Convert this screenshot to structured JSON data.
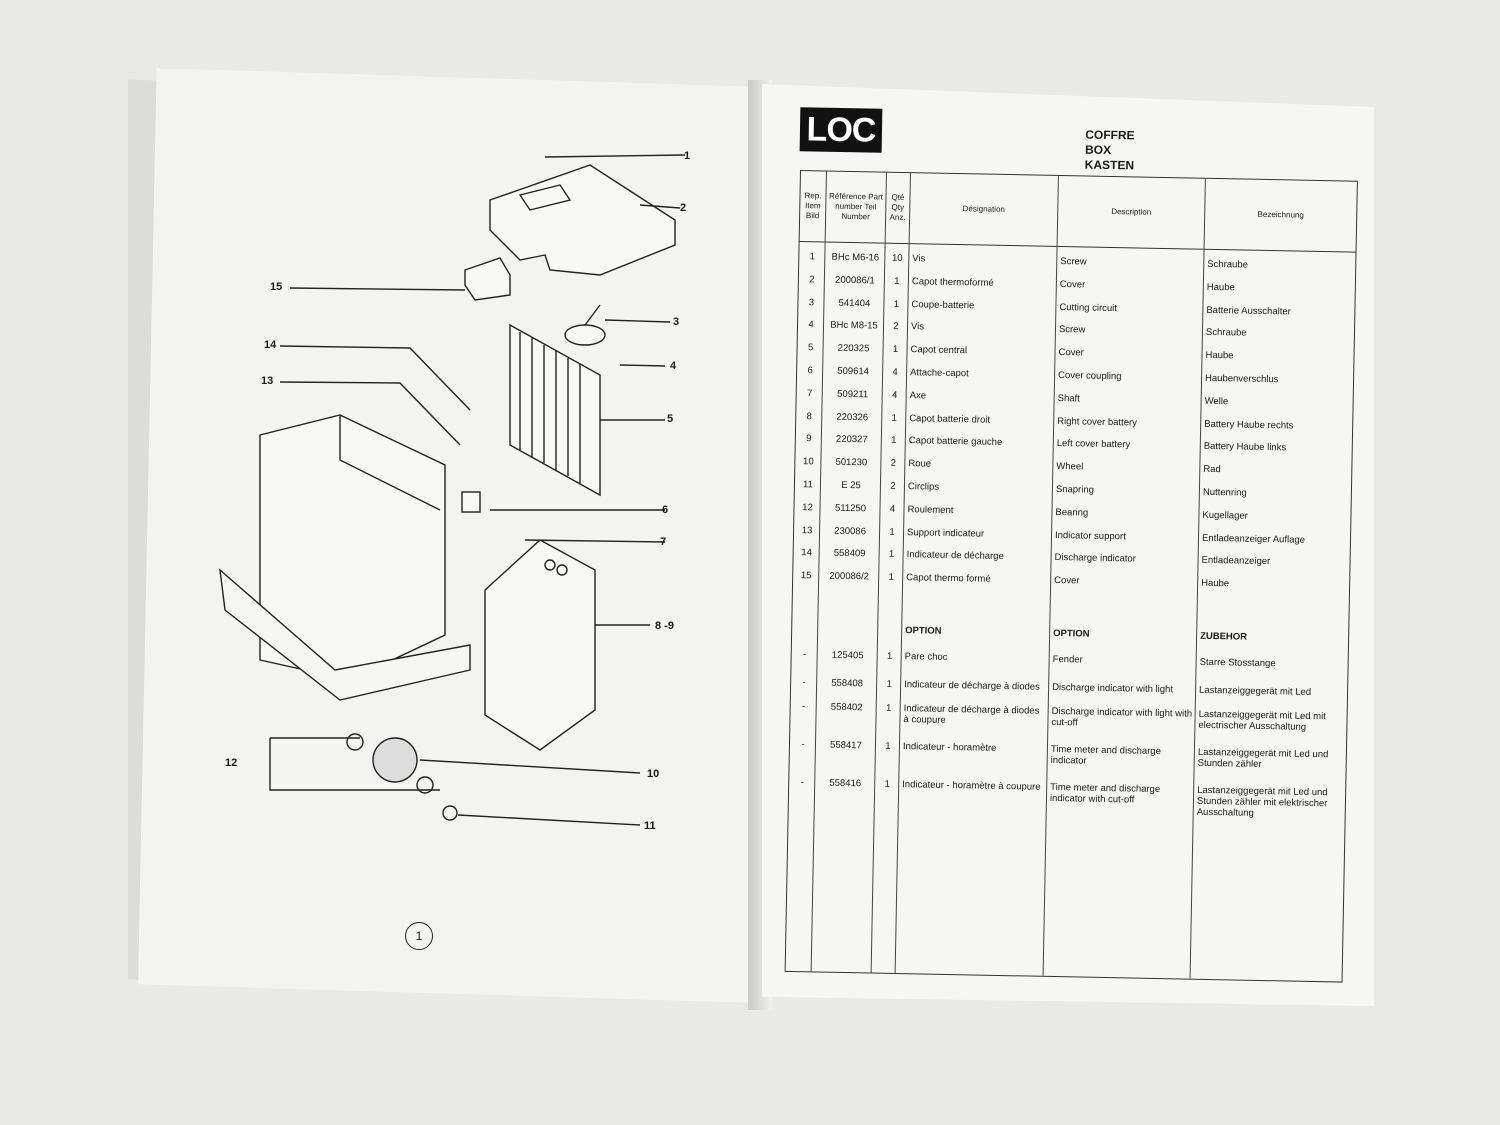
{
  "diagram": {
    "callouts": [
      "1",
      "2",
      "15",
      "3",
      "4",
      "14",
      "13",
      "5",
      "6",
      "7",
      "8 -9",
      "12",
      "10",
      "11"
    ],
    "page_number": "1"
  },
  "header": {
    "logo": "LOC",
    "titles": [
      "COFFRE",
      "BOX",
      "KASTEN"
    ]
  },
  "table": {
    "columns": [
      "Rep. Item Bild",
      "Référence Part number Teil Number",
      "Qté Qty Anz.",
      "Désignation",
      "Description",
      "Bezeichnung"
    ],
    "rows": [
      [
        "1",
        "BHc M6-16",
        "10",
        "Vis",
        "Screw",
        "Schraube"
      ],
      [
        "2",
        "200086/1",
        "1",
        "Capot thermoformé",
        "Cover",
        "Haube"
      ],
      [
        "3",
        "541404",
        "1",
        "Coupe-batterie",
        "Cutting circuit",
        "Batterie Ausschalter"
      ],
      [
        "4",
        "BHc M8-15",
        "2",
        "Vis",
        "Screw",
        "Schraube"
      ],
      [
        "5",
        "220325",
        "1",
        "Capot central",
        "Cover",
        "Haube"
      ],
      [
        "6",
        "509614",
        "4",
        "Attache-capot",
        "Cover coupling",
        "Haubenverschlus"
      ],
      [
        "7",
        "509211",
        "4",
        "Axe",
        "Shaft",
        "Welle"
      ],
      [
        "8",
        "220326",
        "1",
        "Capot batterie droit",
        "Right cover battery",
        "Battery Haube rechts"
      ],
      [
        "9",
        "220327",
        "1",
        "Capot batterie gauche",
        "Left cover battery",
        "Battery Haube links"
      ],
      [
        "10",
        "501230",
        "2",
        "Roue",
        "Wheel",
        "Rad"
      ],
      [
        "11",
        "E 25",
        "2",
        "Circlips",
        "Snapring",
        "Nuttenring"
      ],
      [
        "12",
        "511250",
        "4",
        "Roulement",
        "Bearing",
        "Kugellager"
      ],
      [
        "13",
        "230086",
        "1",
        "Support indicateur",
        "Indicator support",
        "Entladeanzeiger Auflage"
      ],
      [
        "14",
        "558409",
        "1",
        "Indicateur de décharge",
        "Discharge indicator",
        "Entladeanzeiger"
      ],
      [
        "15",
        "200086/2",
        "1",
        "Capot thermo formé",
        "Cover",
        "Haube"
      ]
    ],
    "option_headers": [
      "OPTION",
      "OPTION",
      "ZUBEHOR"
    ],
    "option_rows": [
      [
        "-",
        "125405",
        "1",
        "Pare choc",
        "Fender",
        "Starre Stosstange"
      ],
      [
        "-",
        "558408",
        "1",
        "Indicateur de décharge à diodes",
        "Discharge indicator with light",
        "Lastanzeiggegerät mit Led"
      ],
      [
        "-",
        "558402",
        "1",
        "Indicateur de décharge à diodes à coupure",
        "Discharge indicator with light with cut-off",
        "Lastanzeiggegerät mit Led mit electrischer Ausschaltung"
      ],
      [
        "-",
        "558417",
        "1",
        "Indicateur - horamètre",
        "Time meter and discharge indicator",
        "Lastanzeiggegerät mit Led und Stunden zähler"
      ],
      [
        "-",
        "558416",
        "1",
        "Indicateur - horamètre à coupure",
        "Time meter and discharge indicator with cut-off",
        "Lastanzeiggegerät mit Led und Stunden zähler mit elektrischer Ausschaltung"
      ]
    ]
  }
}
